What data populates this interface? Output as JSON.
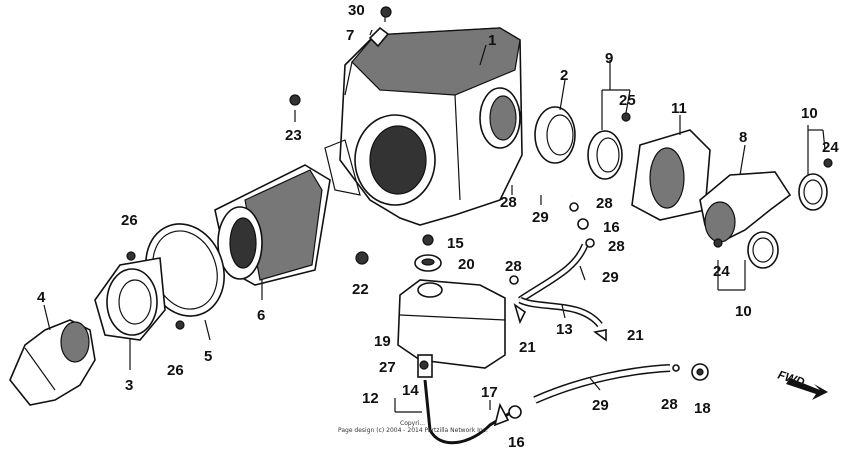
{
  "callouts": [
    {
      "id": "c1",
      "text": "1"
    },
    {
      "id": "c2",
      "text": "2"
    },
    {
      "id": "c3",
      "text": "3"
    },
    {
      "id": "c4",
      "text": "4"
    },
    {
      "id": "c5",
      "text": "5"
    },
    {
      "id": "c6",
      "text": "6"
    },
    {
      "id": "c7",
      "text": "7"
    },
    {
      "id": "c8",
      "text": "8"
    },
    {
      "id": "c9",
      "text": "9"
    },
    {
      "id": "c10a",
      "text": "10"
    },
    {
      "id": "c10b",
      "text": "10"
    },
    {
      "id": "c11",
      "text": "11"
    },
    {
      "id": "c12",
      "text": "12"
    },
    {
      "id": "c13",
      "text": "13"
    },
    {
      "id": "c14",
      "text": "14"
    },
    {
      "id": "c15",
      "text": "15"
    },
    {
      "id": "c16a",
      "text": "16"
    },
    {
      "id": "c16b",
      "text": "16"
    },
    {
      "id": "c17",
      "text": "17"
    },
    {
      "id": "c18",
      "text": "18"
    },
    {
      "id": "c19",
      "text": "19"
    },
    {
      "id": "c20",
      "text": "20"
    },
    {
      "id": "c21a",
      "text": "21"
    },
    {
      "id": "c21b",
      "text": "21"
    },
    {
      "id": "c22",
      "text": "22"
    },
    {
      "id": "c23",
      "text": "23"
    },
    {
      "id": "c24a",
      "text": "24"
    },
    {
      "id": "c24b",
      "text": "24"
    },
    {
      "id": "c25",
      "text": "25"
    },
    {
      "id": "c26a",
      "text": "26"
    },
    {
      "id": "c26b",
      "text": "26"
    },
    {
      "id": "c27",
      "text": "27"
    },
    {
      "id": "c28a",
      "text": "28"
    },
    {
      "id": "c28b",
      "text": "28"
    },
    {
      "id": "c28c",
      "text": "28"
    },
    {
      "id": "c28d",
      "text": "28"
    },
    {
      "id": "c28e",
      "text": "28"
    },
    {
      "id": "c29a",
      "text": "29"
    },
    {
      "id": "c29b",
      "text": "29"
    },
    {
      "id": "c29c",
      "text": "29"
    },
    {
      "id": "c30",
      "text": "30"
    }
  ],
  "fwd_label": "FWD",
  "copyright_line1": "Copyri...",
  "copyright_line2": "Page design (c) 2004 - 2014 Partzilla Network Inc."
}
